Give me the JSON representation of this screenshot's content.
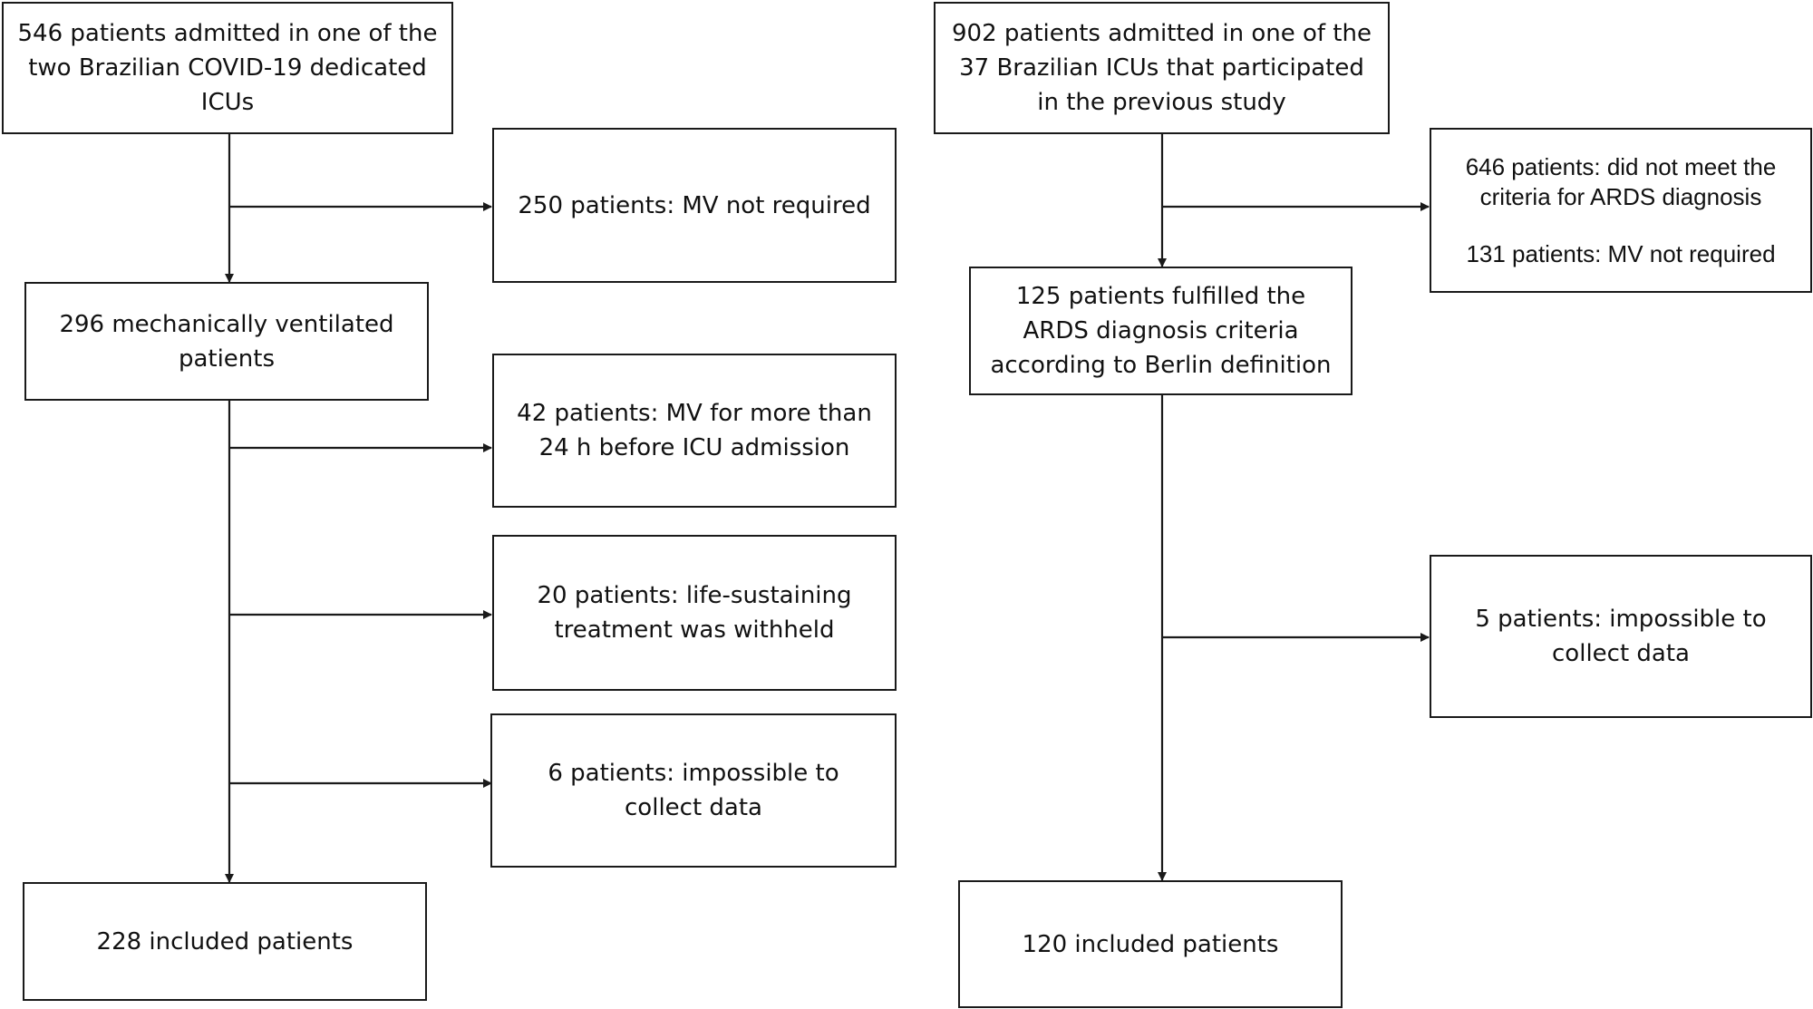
{
  "left_flow": {
    "start": [
      "546 patients admitted in one of the",
      "two Brazilian COVID-19 dedicated",
      "ICUs"
    ],
    "excl_mv_not_required": "250 patients: MV not required",
    "ventilated": [
      "296 mechanically ventilated",
      "patients"
    ],
    "excl_mv_24h": [
      "42 patients: MV for more than",
      "24 h before ICU admission"
    ],
    "excl_withheld": [
      "20 patients: life-sustaining",
      "treatment was withheld"
    ],
    "excl_impossible": [
      "6 patients: impossible to",
      "collect data"
    ],
    "included": "228 included patients"
  },
  "right_flow": {
    "start": [
      "902 patients admitted in one of the",
      "37 Brazilian ICUs that participated",
      "in the previous study"
    ],
    "excl_ards": [
      "646 patients: did not meet the",
      "criteria for ARDS diagnosis"
    ],
    "excl_mv_not_required": "131 patients: MV not required",
    "fulfilled": [
      "125 patients fulfilled the",
      "ARDS diagnosis criteria",
      "according to Berlin definition"
    ],
    "excl_impossible": [
      "5 patients: impossible to",
      "collect data"
    ],
    "included": "120 included patients"
  }
}
